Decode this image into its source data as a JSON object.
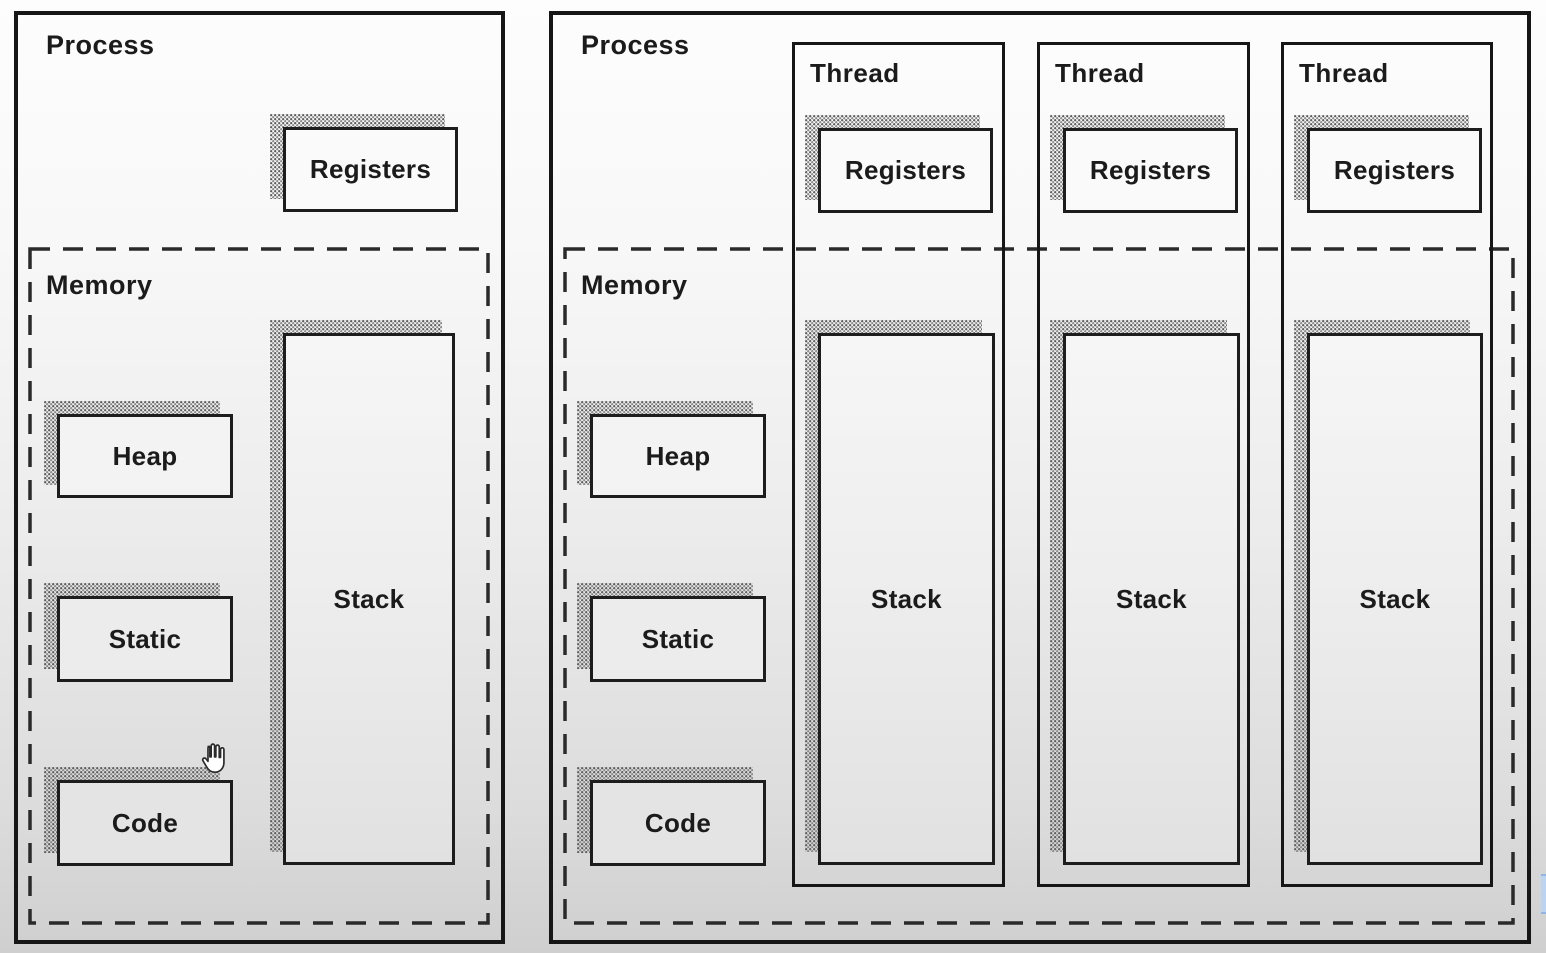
{
  "left_process": {
    "title": "Process",
    "memory_label": "Memory",
    "registers_label": "Registers",
    "stack_label": "Stack",
    "heap_label": "Heap",
    "static_label": "Static",
    "code_label": "Code"
  },
  "right_process": {
    "title": "Process",
    "memory_label": "Memory",
    "heap_label": "Heap",
    "static_label": "Static",
    "code_label": "Code",
    "threads": [
      {
        "label": "Thread",
        "registers_label": "Registers",
        "stack_label": "Stack"
      },
      {
        "label": "Thread",
        "registers_label": "Registers",
        "stack_label": "Stack"
      },
      {
        "label": "Thread",
        "registers_label": "Registers",
        "stack_label": "Stack"
      }
    ]
  },
  "cursor": {
    "type": "open-hand"
  },
  "colors": {
    "line": "#161616",
    "stipple_shadow": "#6e6e6e",
    "background_top": "#fdfdfd",
    "background_bottom": "#cfcfcf",
    "edge_artifact": "#bcd4ef"
  }
}
